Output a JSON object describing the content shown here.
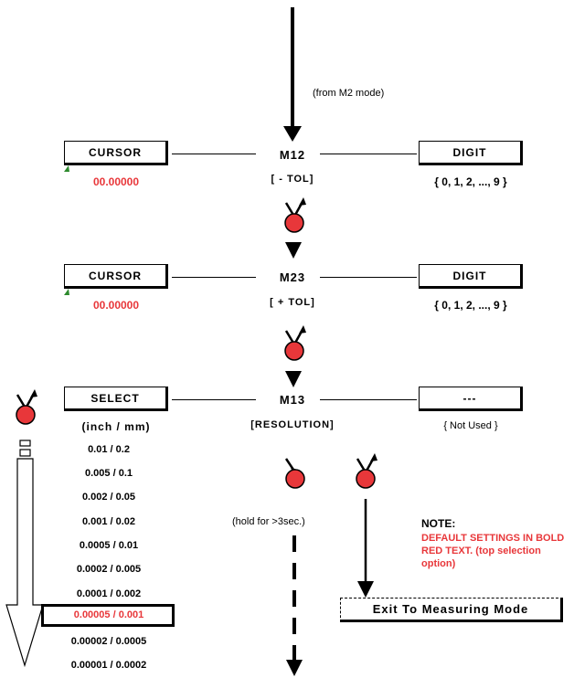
{
  "flow_in_note": "(from M2 mode)",
  "row1": {
    "left_box": "CURSOR",
    "left_value": "00.00000",
    "mode": "M12",
    "mode_sub": "[ - TOL]",
    "right_box": "DIGIT",
    "right_sub": "{ 0, 1, 2, ..., 9 }"
  },
  "row2": {
    "left_box": "CURSOR",
    "left_value": "00.00000",
    "mode": "M23",
    "mode_sub": "[ + TOL]",
    "right_box": "DIGIT",
    "right_sub": "{ 0, 1, 2, ..., 9 }"
  },
  "row3": {
    "left_box": "SELECT",
    "left_sub": "(inch / mm)",
    "mode": "M13",
    "mode_sub": "[RESOLUTION]",
    "right_box": "---",
    "right_sub": "{ Not Used }"
  },
  "resolutions": [
    "0.01 / 0.2",
    "0.005 / 0.1",
    "0.002 / 0.05",
    "0.001 / 0.02",
    "0.0005 / 0.01",
    "0.0002 / 0.005",
    "0.0001 / 0.002",
    "0.00005 / 0.001",
    "0.00002 / 0.0005",
    "0.00001 / 0.0002"
  ],
  "hold_note": "(hold for >3sec.)",
  "note": {
    "title": "NOTE:",
    "text": "DEFAULT SETTINGS IN BOLD RED TEXT. (top selection option)"
  },
  "exit_label": "Exit To Measuring Mode",
  "colors": {
    "accent_red": "#e8373a",
    "line": "#000000"
  }
}
